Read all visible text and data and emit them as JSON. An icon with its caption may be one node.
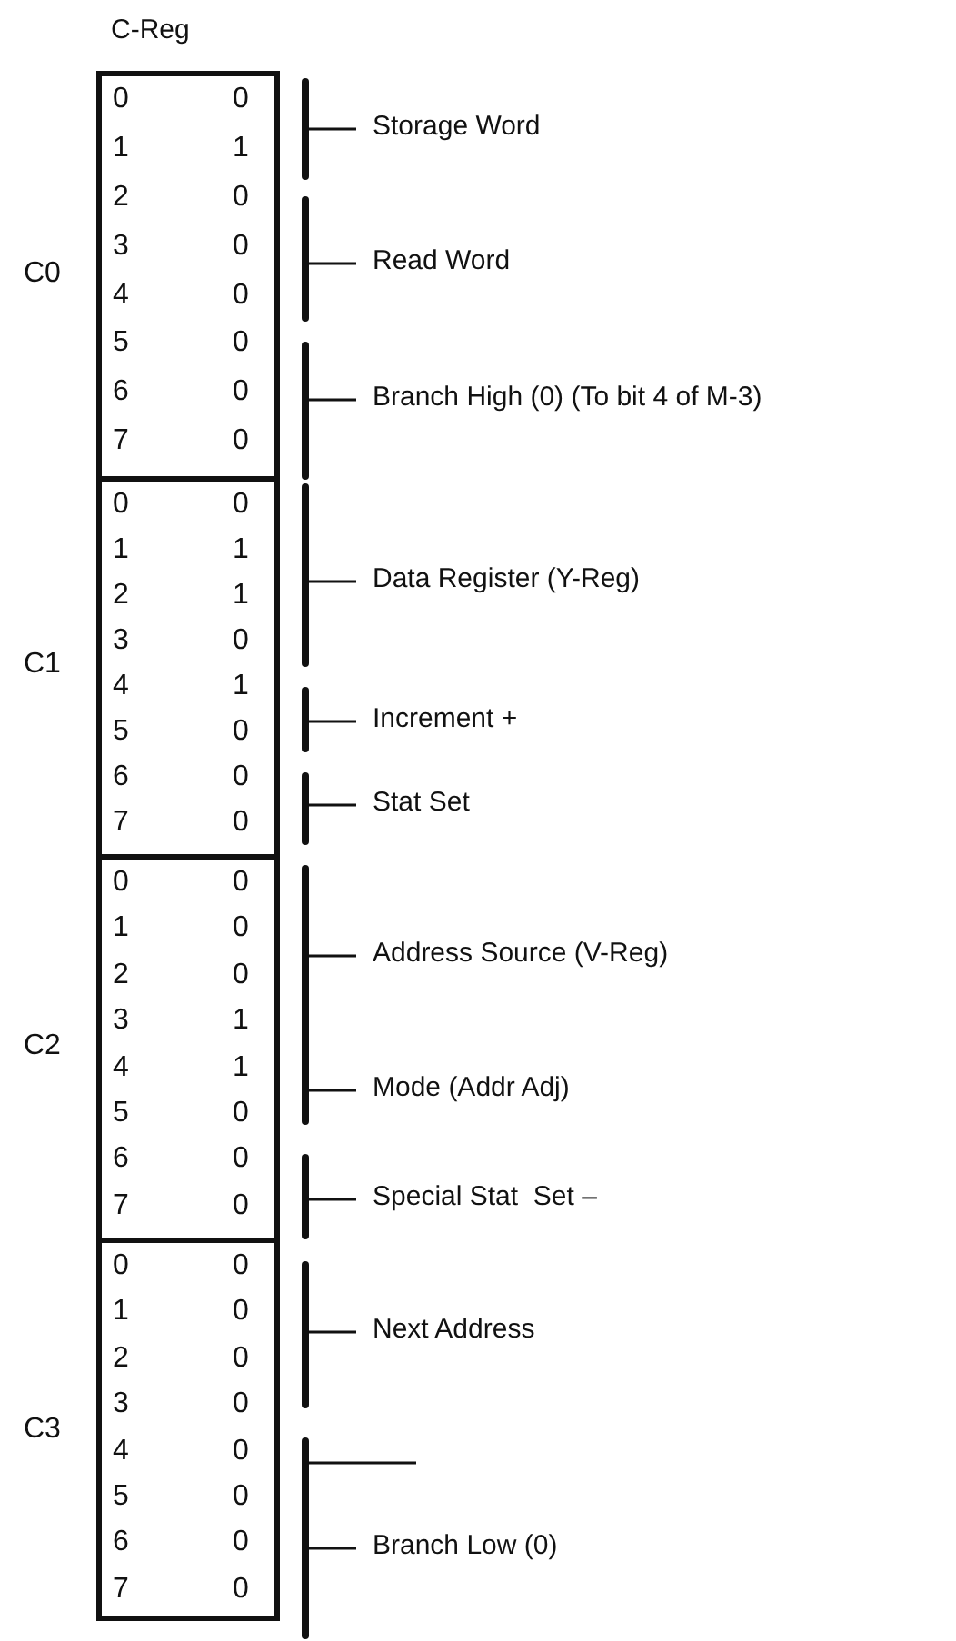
{
  "diagram": {
    "nodes": [
      {
        "text": [
          "C-Reg"
        ]
      },
      {
        "text": [
          "0",
          "0",
          "1",
          "1",
          "2",
          "0",
          "3",
          "0",
          "4",
          "0",
          "5",
          "0",
          "6",
          "0",
          "7",
          "0"
        ],
        "in": 0,
        "beside": [
          "C0"
        ]
      },
      {
        "text": [
          "0",
          "0",
          "1",
          "1",
          "2",
          "1",
          "3",
          "0",
          "4",
          "1",
          "5",
          "0",
          "6",
          "0",
          "7",
          "0"
        ],
        "in": 0,
        "beside": [
          "C1"
        ]
      },
      {
        "text": [
          "0",
          "0",
          "1",
          "0",
          "2",
          "0",
          "3",
          "1",
          "4",
          "1",
          "5",
          "0",
          "6",
          "0",
          "7",
          "0"
        ],
        "in": 0,
        "beside": [
          "C2"
        ]
      },
      {
        "text": [
          "0",
          "0",
          "1",
          "0",
          "2",
          "0",
          "3",
          "0",
          "4",
          "0",
          "5",
          "0",
          "6",
          "0",
          "7",
          "0"
        ],
        "in": 0,
        "beside": [
          "C3"
        ]
      }
    ],
    "labels": [
      "Storage Word",
      "Read Word",
      "Branch High (0) (To bit 4 of M-3)",
      "Data Register (Y-Reg)",
      "Increment +",
      "Stat Set",
      "Address Source (V-Reg)",
      "Mode (Addr Adj)",
      "Special Stat  Set –",
      "Next Address",
      "Branch Low (0)"
    ]
  }
}
